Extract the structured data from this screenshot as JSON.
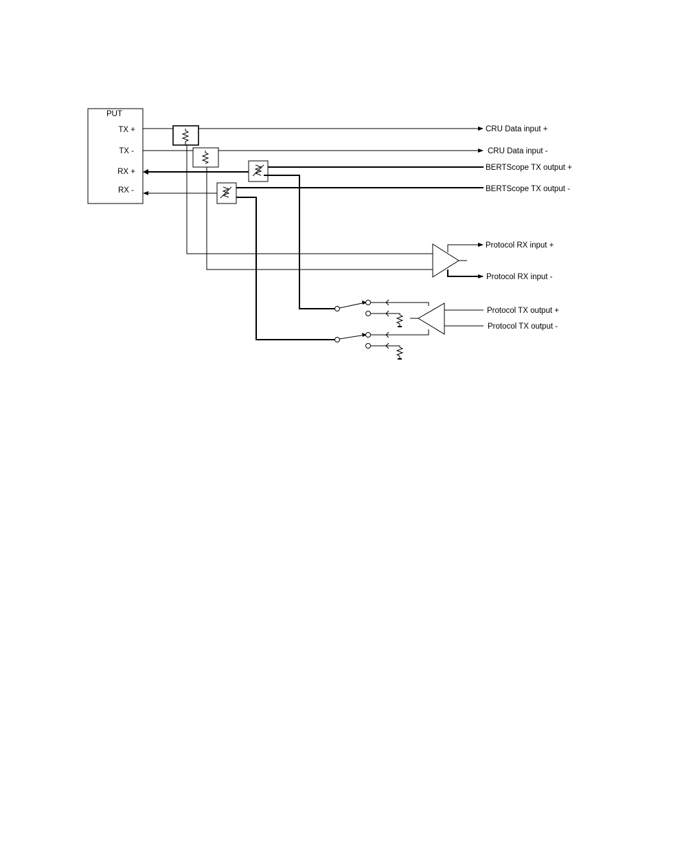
{
  "diagram": {
    "put_block": {
      "title": "PUT",
      "pins": [
        "TX +",
        "TX -",
        "RX +",
        "RX -"
      ]
    },
    "outputs": {
      "cru_plus": "CRU Data input +",
      "cru_minus": "CRU Data input -",
      "bert_plus": "BERTScope TX output +",
      "bert_minus": "BERTScope TX output -",
      "prx_plus": "Protocol RX input +",
      "prx_minus": "Protocol RX input -",
      "ptx_plus": "Protocol TX output +",
      "ptx_minus": "Protocol TX output -"
    },
    "components": [
      "tx-plus-pickoff-resistor",
      "tx-minus-pickoff-resistor",
      "rx-plus-variable-resistor",
      "rx-minus-variable-resistor",
      "protocol-rx-receiver-amplifier",
      "protocol-tx-driver-amplifier",
      "rx-plus-switch",
      "rx-minus-switch",
      "termination-resistor-1",
      "termination-resistor-2"
    ]
  }
}
